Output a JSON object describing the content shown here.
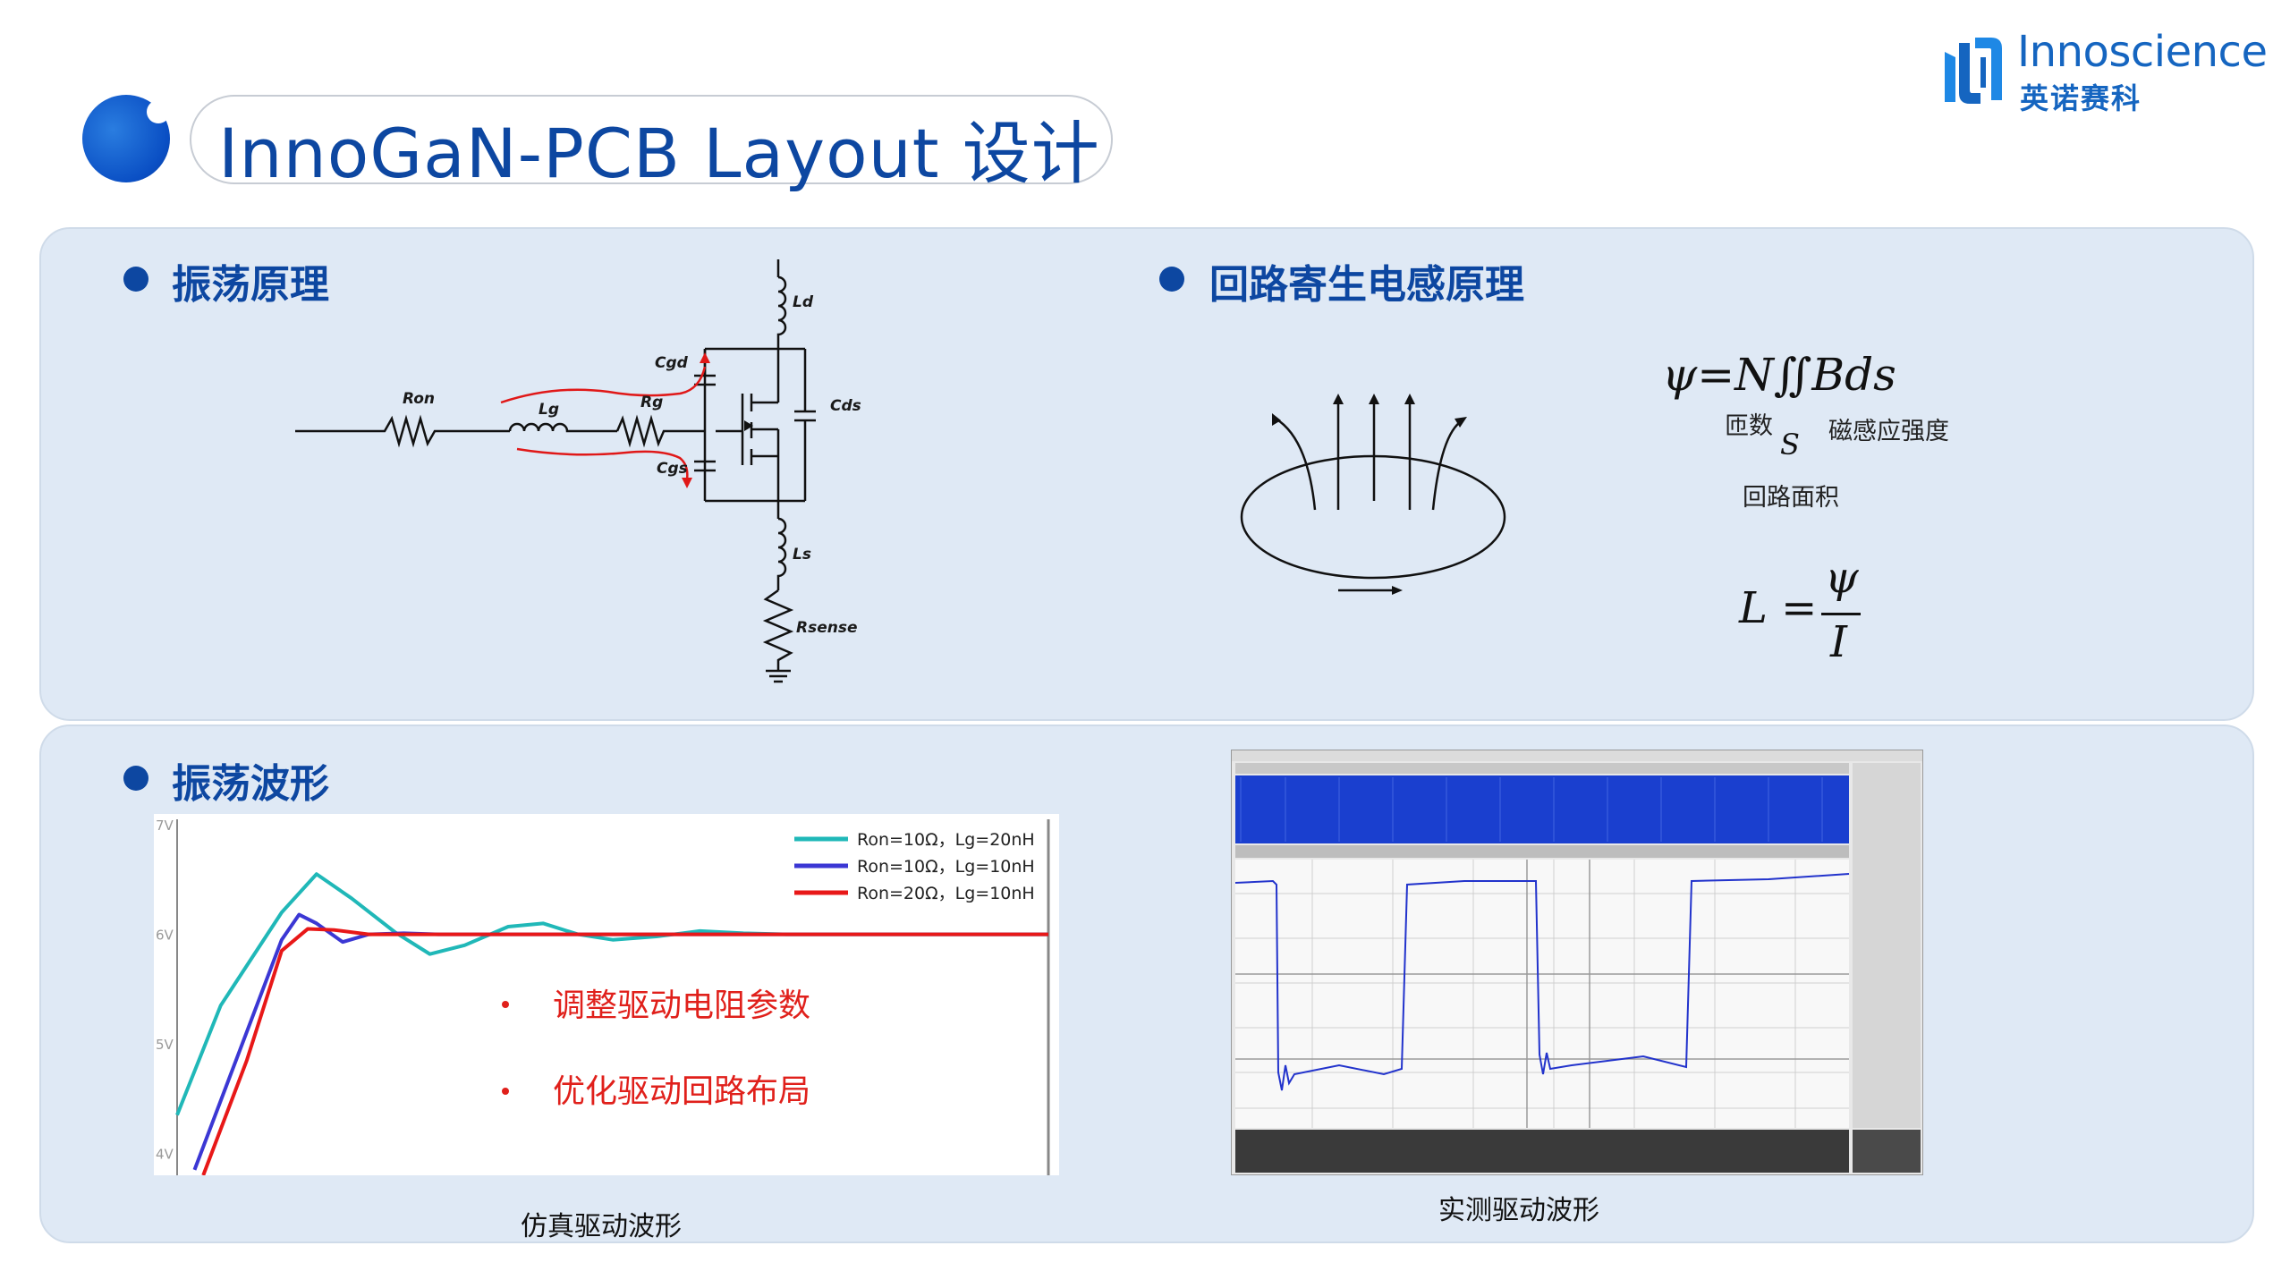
{
  "header": {
    "title": "InnoGaN-PCB Layout 设计",
    "logo_text": "Innoscience",
    "logo_cn": "英诺赛科"
  },
  "section_oscillation_principle": {
    "title": "振荡原理",
    "circuit_labels": {
      "ron": "Ron",
      "lg": "Lg",
      "rg": "Rg",
      "cgd": "Cgd",
      "cgs": "Cgs",
      "cds": "Cds",
      "ld": "Ld",
      "ls": "Ls",
      "rsense": "Rsense"
    }
  },
  "section_parasitic_inductance": {
    "title": "回路寄生电感原理",
    "formula_flux": "ψ=N∬Bds",
    "formula_flux_lower": "S",
    "label_turns": "匝数",
    "label_flux_density": "磁感应强度",
    "label_loop_area": "回路面积",
    "formula_inductance_lhs": "L =",
    "formula_inductance_num": "ψ",
    "formula_inductance_den": "I"
  },
  "section_waveform": {
    "title": "振荡波形",
    "sim_caption": "仿真驱动波形",
    "scope_caption": "实测驱动波形",
    "notes": [
      "调整驱动电阻参数",
      "优化驱动回路布局"
    ]
  },
  "chart_data": {
    "type": "line",
    "title": "",
    "xlabel": "",
    "ylabel": "",
    "ylim": [
      3.8,
      7.05
    ],
    "y_ticks": [
      "4V",
      "5V",
      "6V",
      "7V"
    ],
    "legend_position": "top-right",
    "series": [
      {
        "name": "Ron=10Ω，Lg=20nH",
        "color": "#20b8b8",
        "x": [
          0,
          0.05,
          0.12,
          0.16,
          0.2,
          0.25,
          0.29,
          0.33,
          0.38,
          0.42,
          0.46,
          0.5,
          0.55,
          0.6,
          0.65,
          0.7,
          0.8,
          1.0
        ],
        "y": [
          4.35,
          5.35,
          6.2,
          6.55,
          6.33,
          6.02,
          5.82,
          5.9,
          6.07,
          6.1,
          6.0,
          5.95,
          5.98,
          6.03,
          6.01,
          6.0,
          6.0,
          6.0
        ]
      },
      {
        "name": "Ron=10Ω，Lg=10nH",
        "color": "#3b37d4",
        "x": [
          0.02,
          0.07,
          0.12,
          0.14,
          0.16,
          0.19,
          0.22,
          0.26,
          0.3,
          0.4,
          1.0
        ],
        "y": [
          3.85,
          4.9,
          5.95,
          6.18,
          6.1,
          5.93,
          6.0,
          6.01,
          6.0,
          6.0,
          6.0
        ]
      },
      {
        "name": "Ron=20Ω，Lg=10nH",
        "color": "#e81818",
        "x": [
          0.03,
          0.08,
          0.12,
          0.15,
          0.18,
          0.22,
          0.27,
          0.35,
          1.0
        ],
        "y": [
          3.8,
          4.85,
          5.85,
          6.05,
          6.04,
          6.0,
          6.0,
          6.0,
          6.0
        ]
      }
    ]
  }
}
